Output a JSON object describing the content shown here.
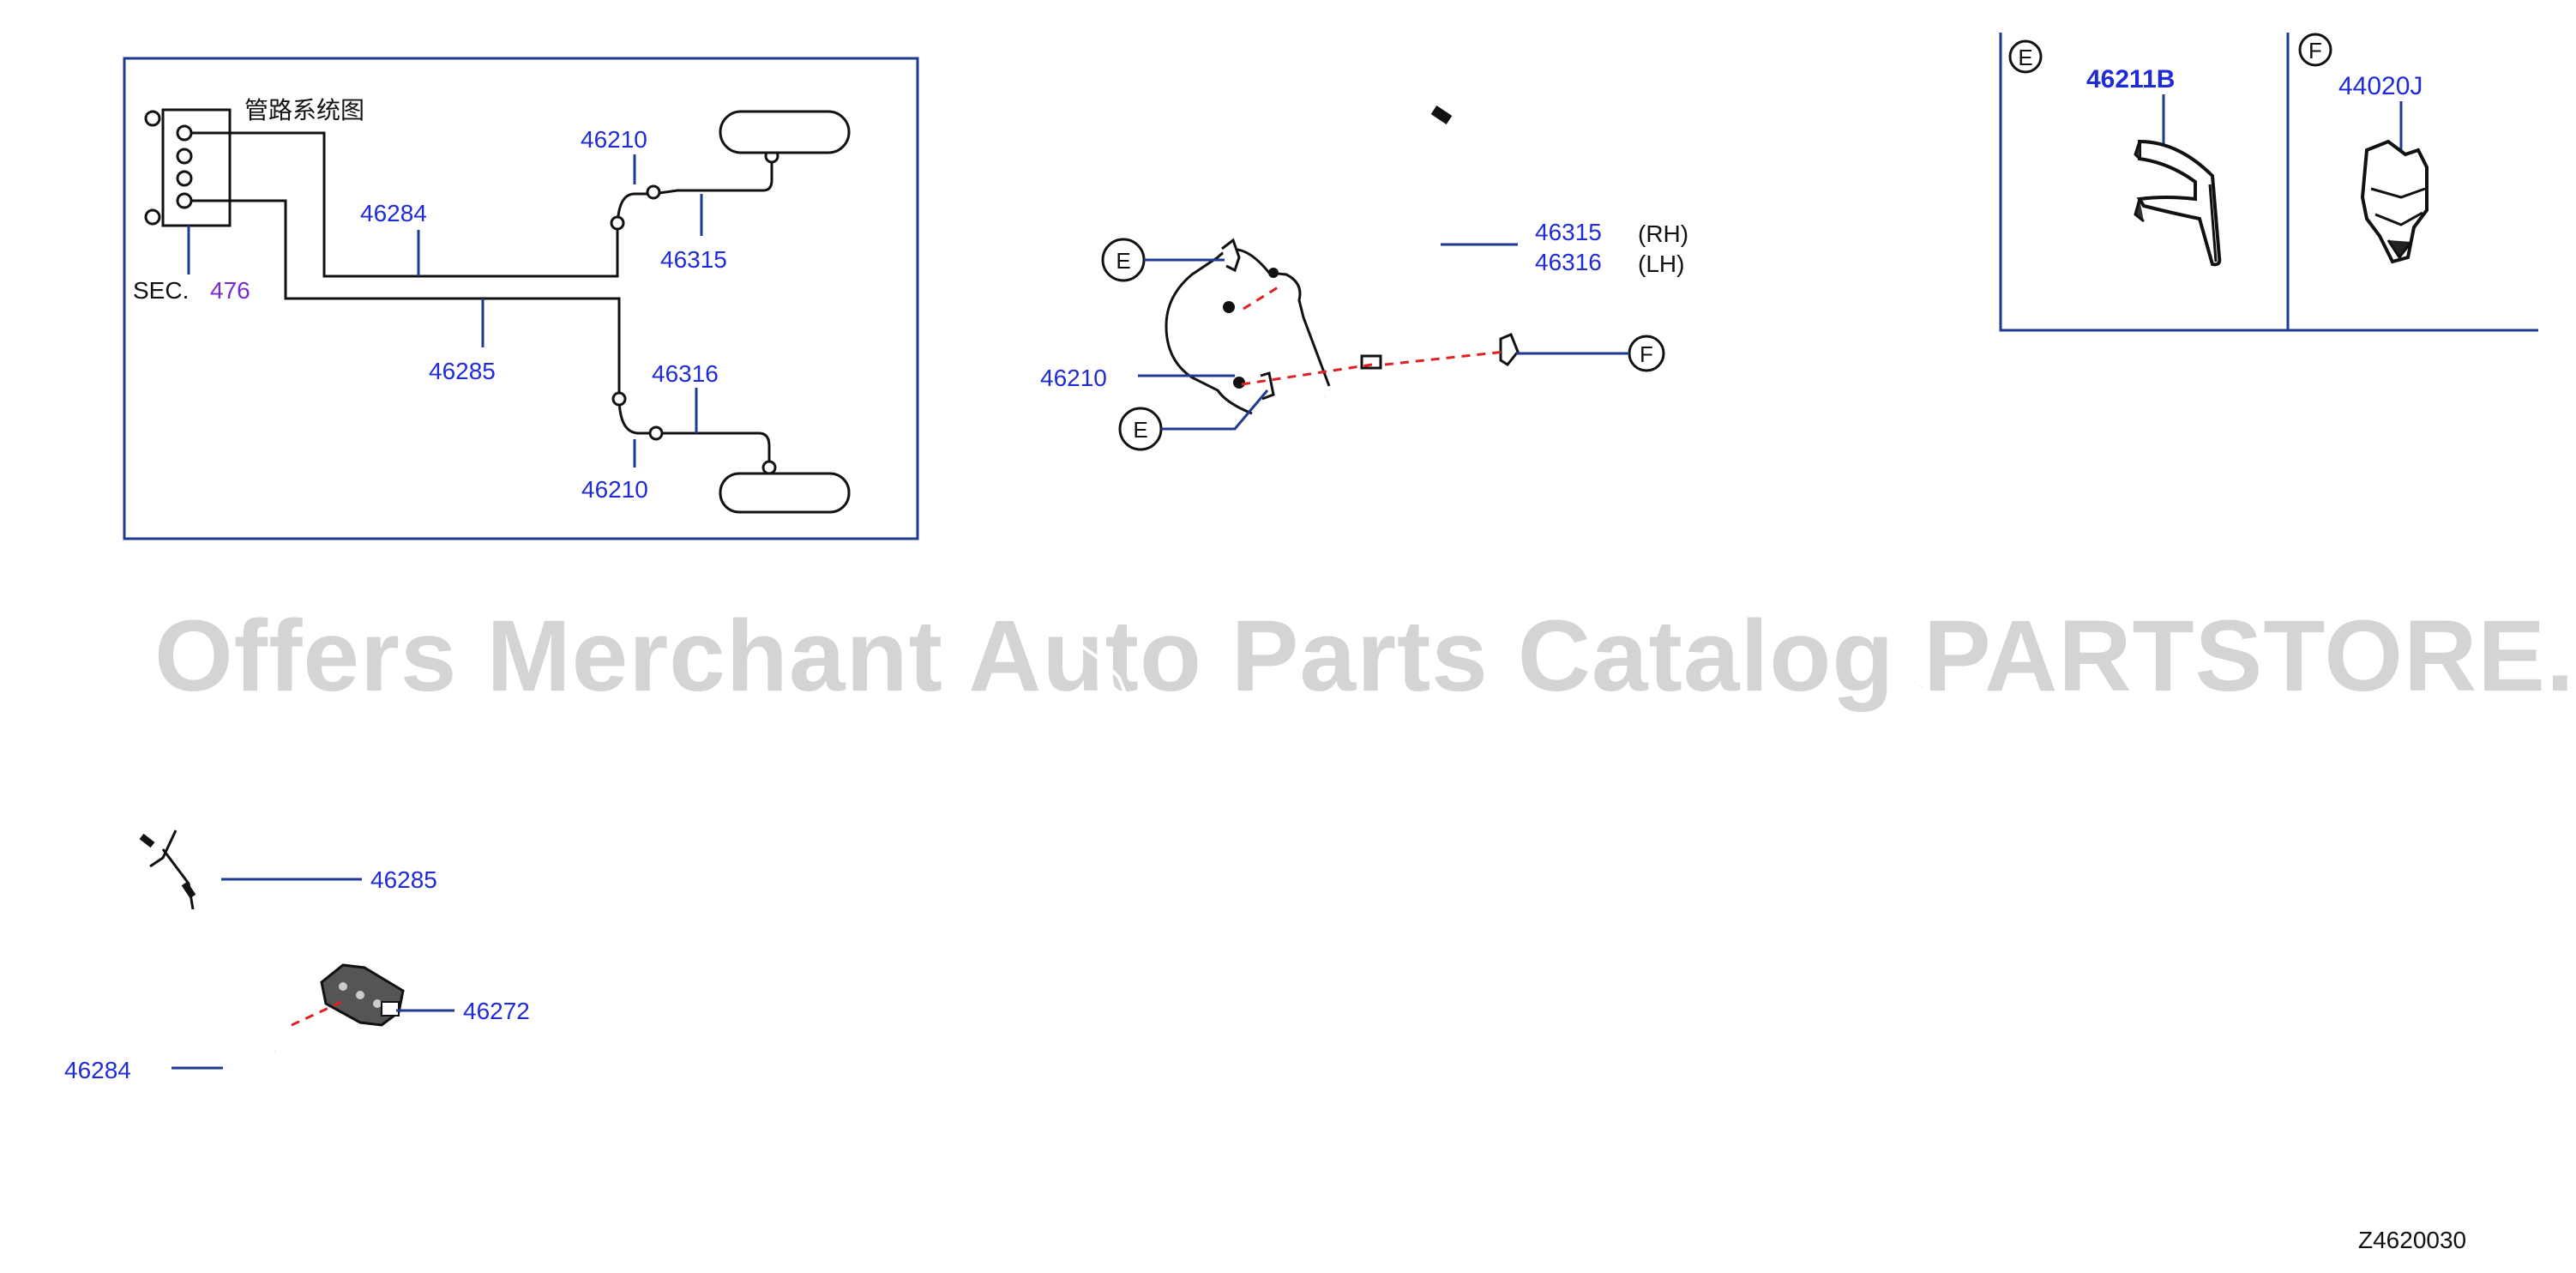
{
  "inset": {
    "title": "管路系统图",
    "sec_prefix": "SEC.",
    "sec_number": "476",
    "labels": [
      "46284",
      "46285",
      "46210",
      "46315",
      "46316",
      "46210"
    ]
  },
  "clips": {
    "e_letter": "E",
    "f_letter": "F",
    "e_part": "46211B",
    "f_part": "44020J"
  },
  "main": {
    "callout_e": "E",
    "callout_f": "F",
    "p46210": "46210",
    "p46315": "46315",
    "p46316": "46316",
    "rh": "(RH)",
    "lh": "(LH)",
    "p46285": "46285",
    "p46272": "46272",
    "p46284": "46284"
  },
  "watermark": "Offers Merchant Auto Parts Catalog PARTSTORE.SA",
  "diagram_code": "Z4620030",
  "colors": {
    "part_number": "#1f2bd6",
    "section_ref": "#7a2bc9",
    "frame": "#1f3a93",
    "connector_dash": "#e02020",
    "watermark": "#d4d4d4"
  }
}
